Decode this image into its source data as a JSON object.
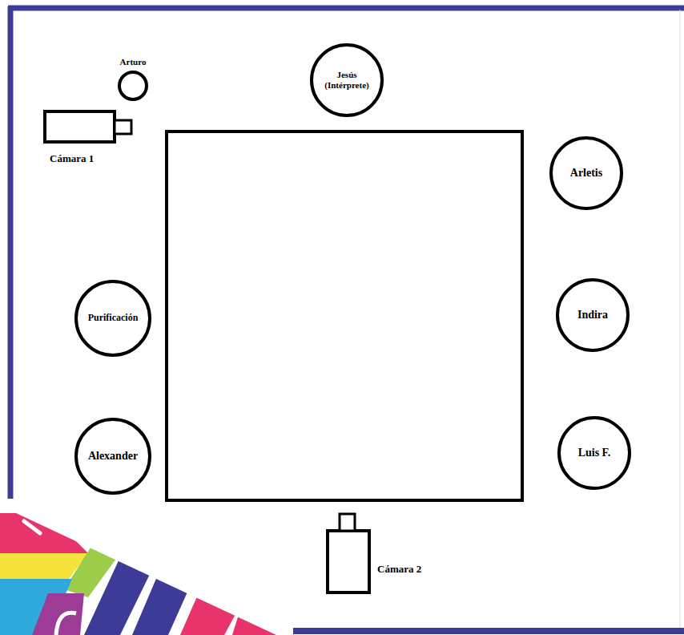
{
  "diagram": {
    "nodes": [
      {
        "text": [
          "Arturo"
        ]
      },
      {
        "text": [
          "Jesús (Intérprete)"
        ]
      },
      {
        "text": [
          "Arletis"
        ]
      },
      {
        "text": [
          "Purificación"
        ]
      },
      {
        "text": [
          "Indira"
        ]
      },
      {
        "text": [
          "Alexander"
        ]
      },
      {
        "text": [
          "Luis F."
        ]
      }
    ],
    "labels": [
      "Cámara 1",
      "Cámara 2"
    ]
  }
}
